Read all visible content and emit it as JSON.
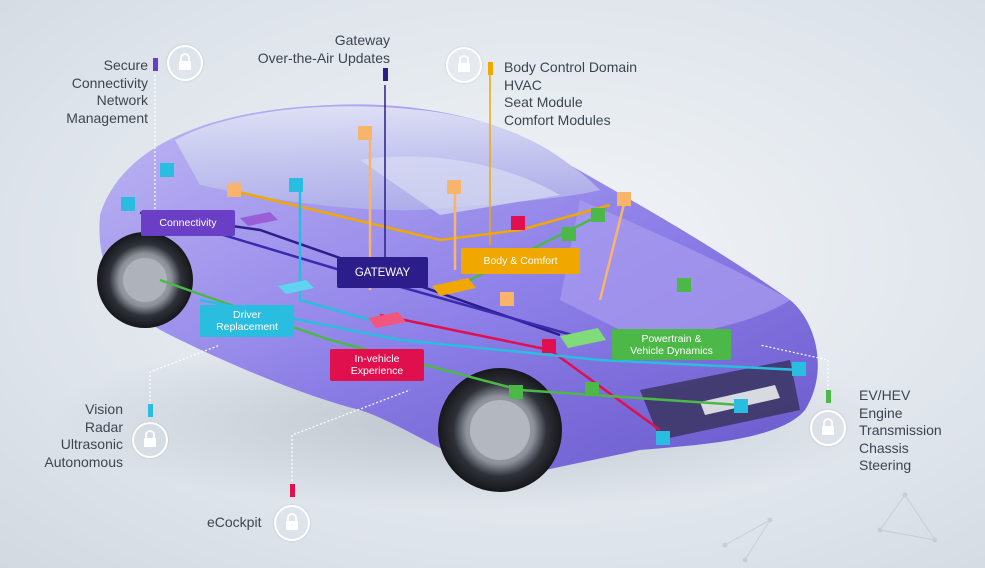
{
  "colors": {
    "connectivity": "#6a3fc6",
    "gateway": "#2b1d8a",
    "body": "#f0a800",
    "driver": "#29bde0",
    "invehicle": "#e0104f",
    "powertrain": "#4cb848",
    "orange": "#f7b46a",
    "car": "#8f7df0"
  },
  "labels": {
    "secure": [
      "Secure",
      "Connectivity",
      "Network",
      "Management"
    ],
    "gateway": [
      "Gateway",
      "Over-the-Air Updates"
    ],
    "body": [
      "Body Control Domain",
      "HVAC",
      "Seat Module",
      "Comfort Modules"
    ],
    "vision": [
      "Vision",
      "Radar",
      "Ultrasonic",
      "Autonomous"
    ],
    "ev": [
      "EV/HEV",
      "Engine",
      "Transmission",
      "Chassis",
      "Steering"
    ],
    "ecockpit": "eCockpit"
  },
  "boxes": {
    "connectivity": "Connectivity",
    "gateway": "GATEWAY",
    "body": "Body & Comfort",
    "driver": [
      "Driver",
      "Replacement"
    ],
    "invehicle": [
      "In-vehicle",
      "Experience"
    ],
    "powertrain": [
      "Powertrain &",
      "Vehicle Dynamics"
    ]
  },
  "icons": {
    "lock": "lock-icon"
  }
}
